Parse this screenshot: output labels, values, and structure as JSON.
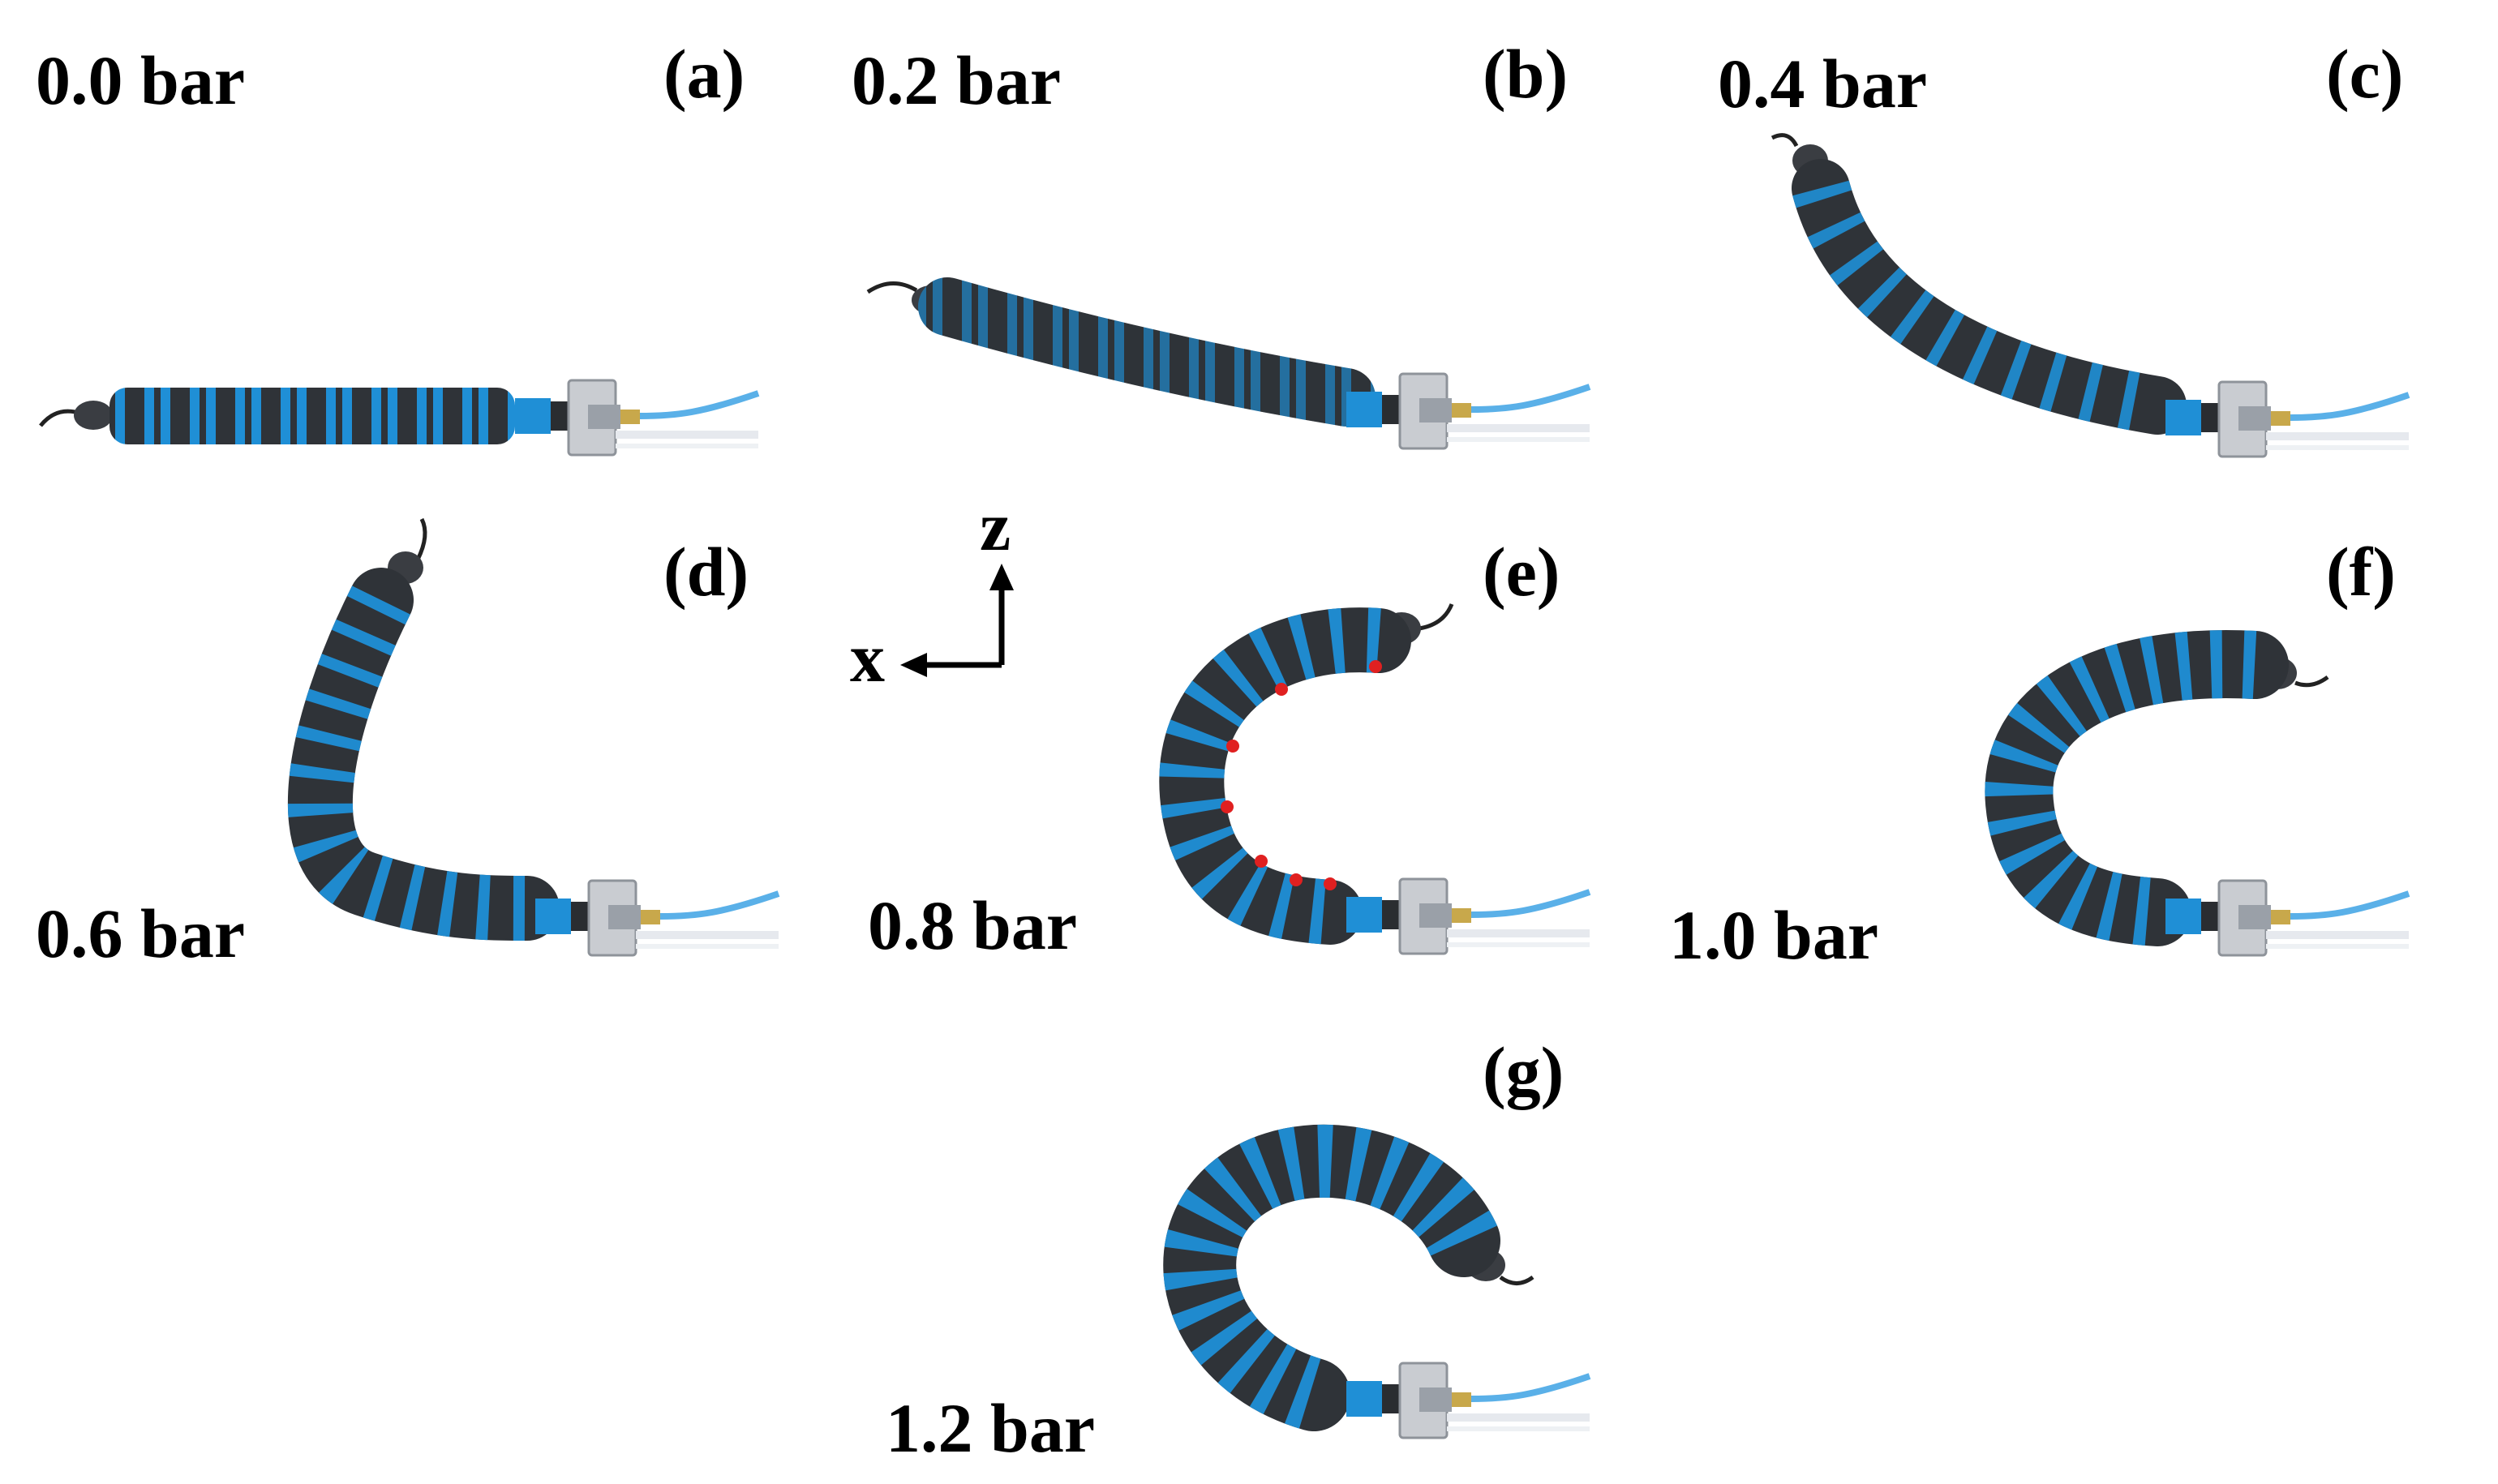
{
  "figure": {
    "panels": [
      {
        "id": "(a)",
        "pressure": "0.0 bar"
      },
      {
        "id": "(b)",
        "pressure": "0.2 bar"
      },
      {
        "id": "(c)",
        "pressure": "0.4 bar"
      },
      {
        "id": "(d)",
        "pressure": "0.6 bar"
      },
      {
        "id": "(e)",
        "pressure": "0.8 bar"
      },
      {
        "id": "(f)",
        "pressure": "1.0 bar"
      },
      {
        "id": "(g)",
        "pressure": "1.2 bar"
      }
    ],
    "axes": {
      "z": "z",
      "x": "x"
    },
    "colors": {
      "actuator_dark": "#2f3338",
      "actuator_blue": "#1f8fd6",
      "tube": "#5ab0e8",
      "clamp": "#c9ccd1",
      "fitting": "#c8a84b",
      "marker": "#e02020"
    }
  }
}
